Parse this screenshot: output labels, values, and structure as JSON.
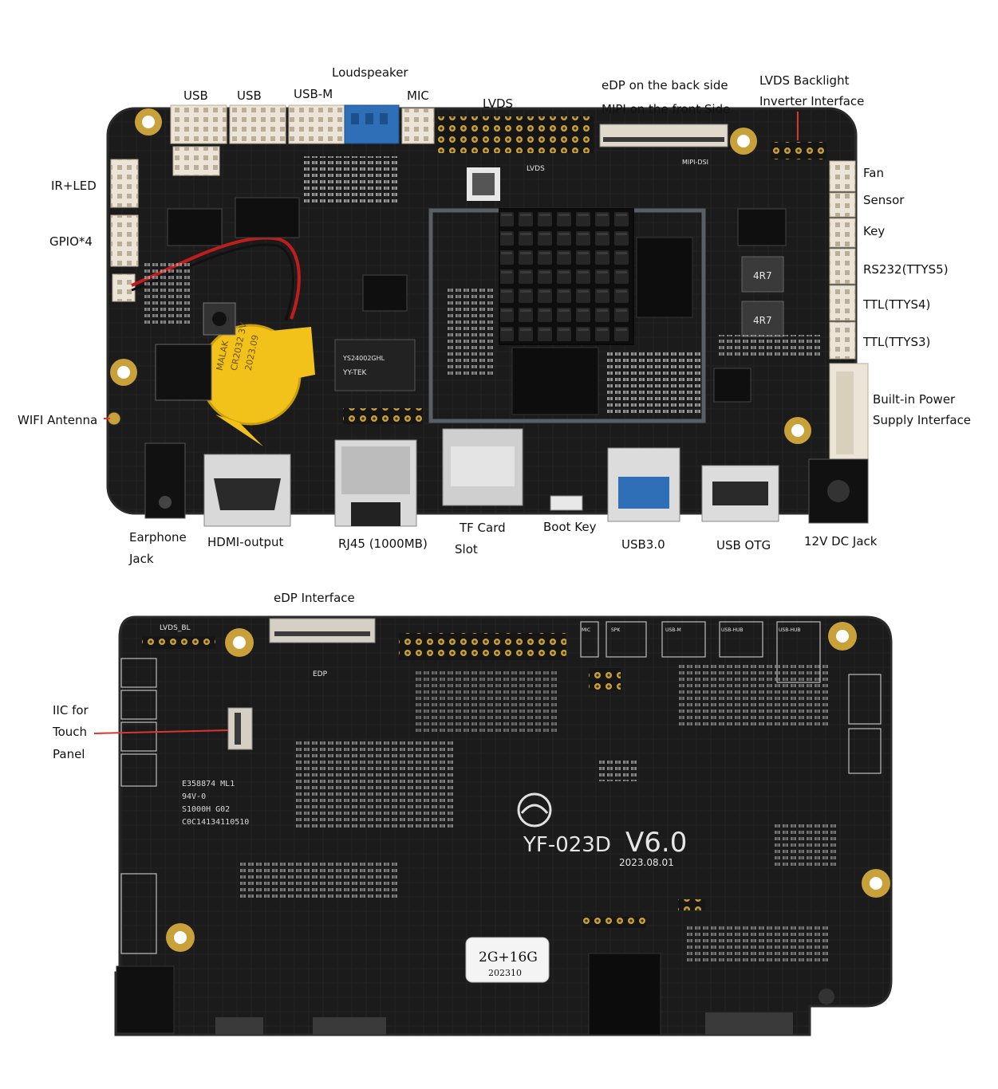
{
  "callouts": {
    "front": {
      "usb1": "USB",
      "usb2": "USB",
      "usbm": "USB-M",
      "loudspeaker": "Loudspeaker",
      "mic": "MIC",
      "lvds": "LVDS",
      "edp_back_line1": "eDP on the back side",
      "edp_back_line2": "MIPI on the front Side",
      "lvds_backlight_line1": "LVDS Backlight",
      "lvds_backlight_line2": "Inverter Interface",
      "ir_led": "IR+LED",
      "gpio4": "GPIO*4",
      "wifi": "WIFI Antenna",
      "fan": "Fan",
      "sensor": "Sensor",
      "key": "Key",
      "rs232": "RS232(TTYS5)",
      "ttl4": "TTL(TTYS4)",
      "ttl3": "TTL(TTYS3)",
      "power_line1": "Built-in Power",
      "power_line2": "Supply Interface",
      "earphone_line1": "Earphone",
      "earphone_line2": "Jack",
      "hdmi": "HDMI-output",
      "rj45": "RJ45 (1000MB)",
      "tf_line1": "TF Card",
      "tf_line2": "Slot",
      "bootkey": "Boot Key",
      "usb3": "USB3.0",
      "usbotg": "USB OTG",
      "dcjack": "12V DC Jack"
    },
    "back": {
      "edp": "eDP Interface",
      "iic_line1": "IIC for",
      "iic_line2": "Touch",
      "iic_line3": "Panel"
    }
  },
  "board_marks": {
    "model": "YF-023D",
    "version": "V6.0",
    "date": "2023.08.01",
    "memory": "2G+16G",
    "memory_code": "202310",
    "battery_line1": "MALAK",
    "battery_line2": "CR2032 3V",
    "battery_line3": "2023.09",
    "inductor": "4R7",
    "edp_silk": "EDP",
    "lvds_bl_silk": "LVDS_BL",
    "lvds_silk": "LVDS",
    "mipi_silk": "MIPI-DSI",
    "usb_silk": "USB-M",
    "spk_silk": "SPK",
    "mic_silk": "MIC",
    "usbhub_silk": "USB-HUB",
    "phy_line1": "YS24002GHL",
    "phy_line2": "YY-TEK",
    "label_l1": "E358874 ML1",
    "label_l2": "94V-0",
    "label_l3": "S1000H G02",
    "label_l4": "C0C14134110510"
  },
  "colors": {
    "pcb": "#1b1b1b",
    "pcb_edge": "#2a2a2a",
    "connector_white": "#ece4d6",
    "connector_blue": "#2f6fb8",
    "battery": "#f2c21b",
    "gold": "#c9a13a",
    "heatsink": "#141414"
  }
}
